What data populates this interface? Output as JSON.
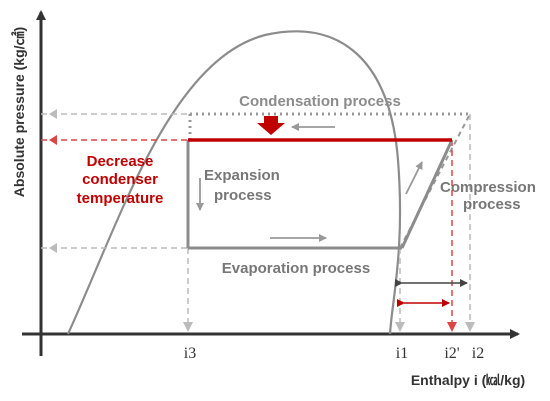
{
  "axes": {
    "ylabel": "Absolute pressure (kg/㎠)",
    "xlabel": "Enthalpy i (㎉/kg)",
    "ticks": [
      "i3",
      "i1",
      "i2'",
      "i2"
    ]
  },
  "labels": {
    "condensation": "Condensation process",
    "expansion_line1": "Expansion",
    "expansion_line2": "process",
    "compression_line1": "Compression",
    "compression_line2": "process",
    "evaporation": "Evaporation process",
    "decrease_line1": "Decrease",
    "decrease_line2": "condenser",
    "decrease_line3": "temperature"
  },
  "colors": {
    "cycle": "#8c8c8c",
    "dome": "#8c8c8c",
    "highlight": "#c00000",
    "arrow_red": "#c00000",
    "dashed": "#b0b0b0",
    "axis": "#333333"
  }
}
